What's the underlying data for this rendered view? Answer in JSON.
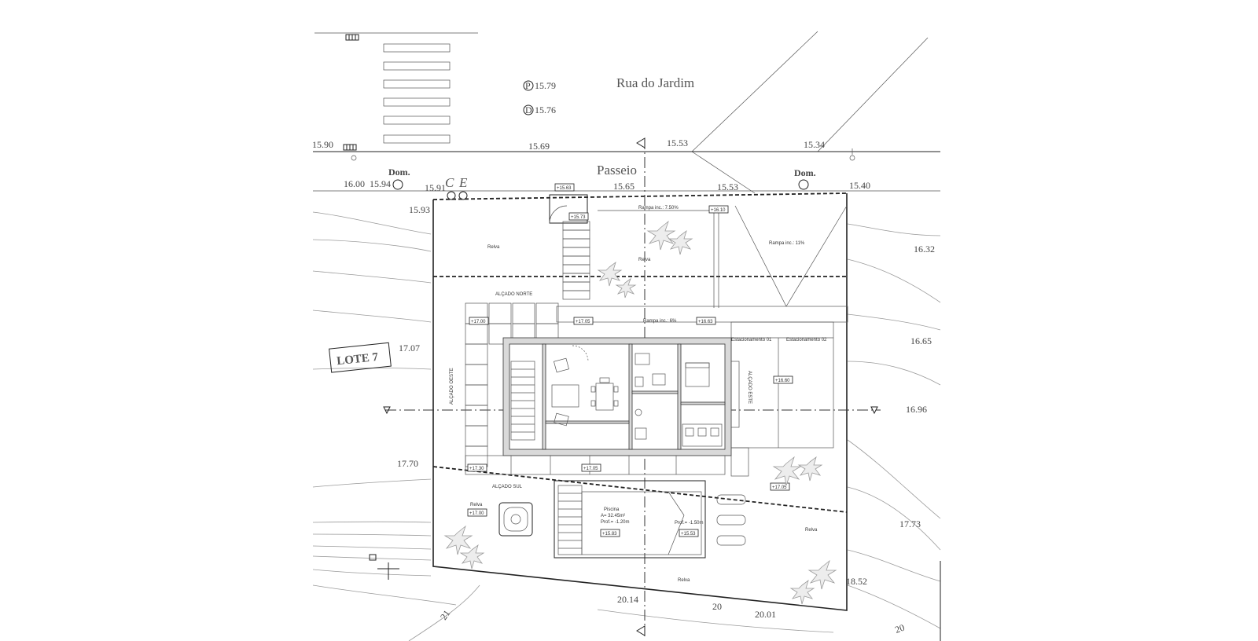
{
  "streets": {
    "main": "Rua do Jardim",
    "sidewalk": "Passeio"
  },
  "lot": {
    "label": "LOTE 7"
  },
  "symbols": {
    "p_marker": "P",
    "d_marker": "D",
    "c_letter": "C",
    "e_letter": "E"
  },
  "elevations": {
    "e1579": "15.79",
    "e1576": "15.76",
    "e1590": "15.90",
    "e1569": "15.69",
    "e1553a": "15.53",
    "e1534": "15.34",
    "e1600": "16.00",
    "e1594": "15.94",
    "e1591": "15.91",
    "e1565": "15.65",
    "e1553b": "15.53",
    "e1540": "15.40",
    "e1593": "15.93",
    "e1632": "16.32",
    "e1665": "16.65",
    "e1707": "17.07",
    "e1696": "16.96",
    "e1770": "17.70",
    "e1773": "17.73",
    "e1852": "18.52",
    "e2014": "20.14",
    "e2001": "20.01",
    "c20a": "20",
    "c20b": "20",
    "c21": "21"
  },
  "labels": {
    "dom_left": "Dom.",
    "dom_right": "Dom.",
    "relva_1": "Relva",
    "relva_2": "Relva",
    "relva_3": "Relva",
    "relva_4": "Relva",
    "relva_5": "Relva",
    "rampa_1": "Rampa inc.: 7.50%",
    "rampa_2": "Rampa inc.: 11%",
    "rampa_3": "Rampa inc.: 6%",
    "alcado_norte": "ALÇADO NORTE",
    "alcado_sul": "ALÇADO SUL",
    "alcado_oeste": "ALÇADO OESTE",
    "alcado_este": "ALÇADO ESTE",
    "estac_1": "Estacionamento 01",
    "estac_2": "Estacionamento 02",
    "piscina": "Piscina",
    "piscina_area": "A= 32.45m²",
    "piscina_prof": "Prof.= -1.20m",
    "prof_2": "Prof.= -1.50m"
  },
  "tags": {
    "t1": "+15.63",
    "t2": "+15.73",
    "t3": "+16.10",
    "t4": "+17.00",
    "t5": "+17.05",
    "t6": "+16.63",
    "t7": "+16.60",
    "t8": "+17.30",
    "t9": "+17.05",
    "t10": "+17.05",
    "t11": "+17.00",
    "t12": "+15.83",
    "t13": "+15.53"
  }
}
